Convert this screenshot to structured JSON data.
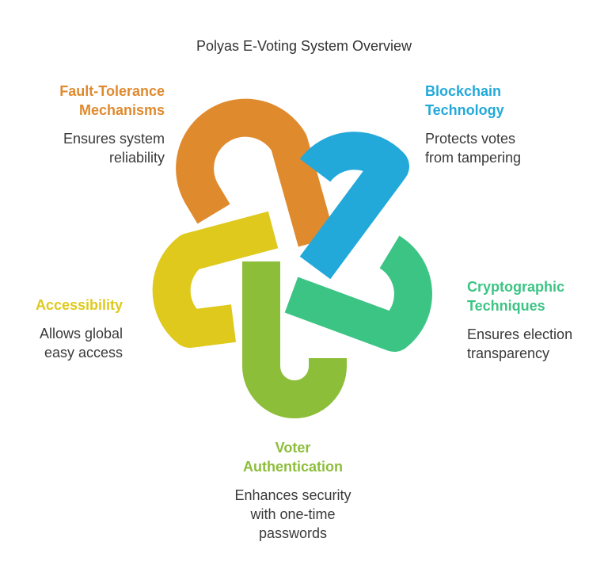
{
  "title": "Polyas E-Voting System Overview",
  "items": [
    {
      "id": "fault",
      "heading": "Fault-Tolerance\nMechanisms",
      "desc": "Ensures system\nreliability",
      "color": "#E08A2E"
    },
    {
      "id": "blockchain",
      "heading": "Blockchain\nTechnology",
      "desc": "Protects votes\nfrom tampering",
      "color": "#22A9DA"
    },
    {
      "id": "crypto",
      "heading": "Cryptographic\nTechniques",
      "desc": "Ensures election\ntransparency",
      "color": "#3CC484"
    },
    {
      "id": "voter",
      "heading": "Voter\nAuthentication",
      "desc": "Enhances security\nwith one-time\npasswords",
      "color": "#8DBE3A"
    },
    {
      "id": "access",
      "heading": "Accessibility",
      "desc": "Allows global\neasy access",
      "color": "#DEC91C"
    }
  ]
}
